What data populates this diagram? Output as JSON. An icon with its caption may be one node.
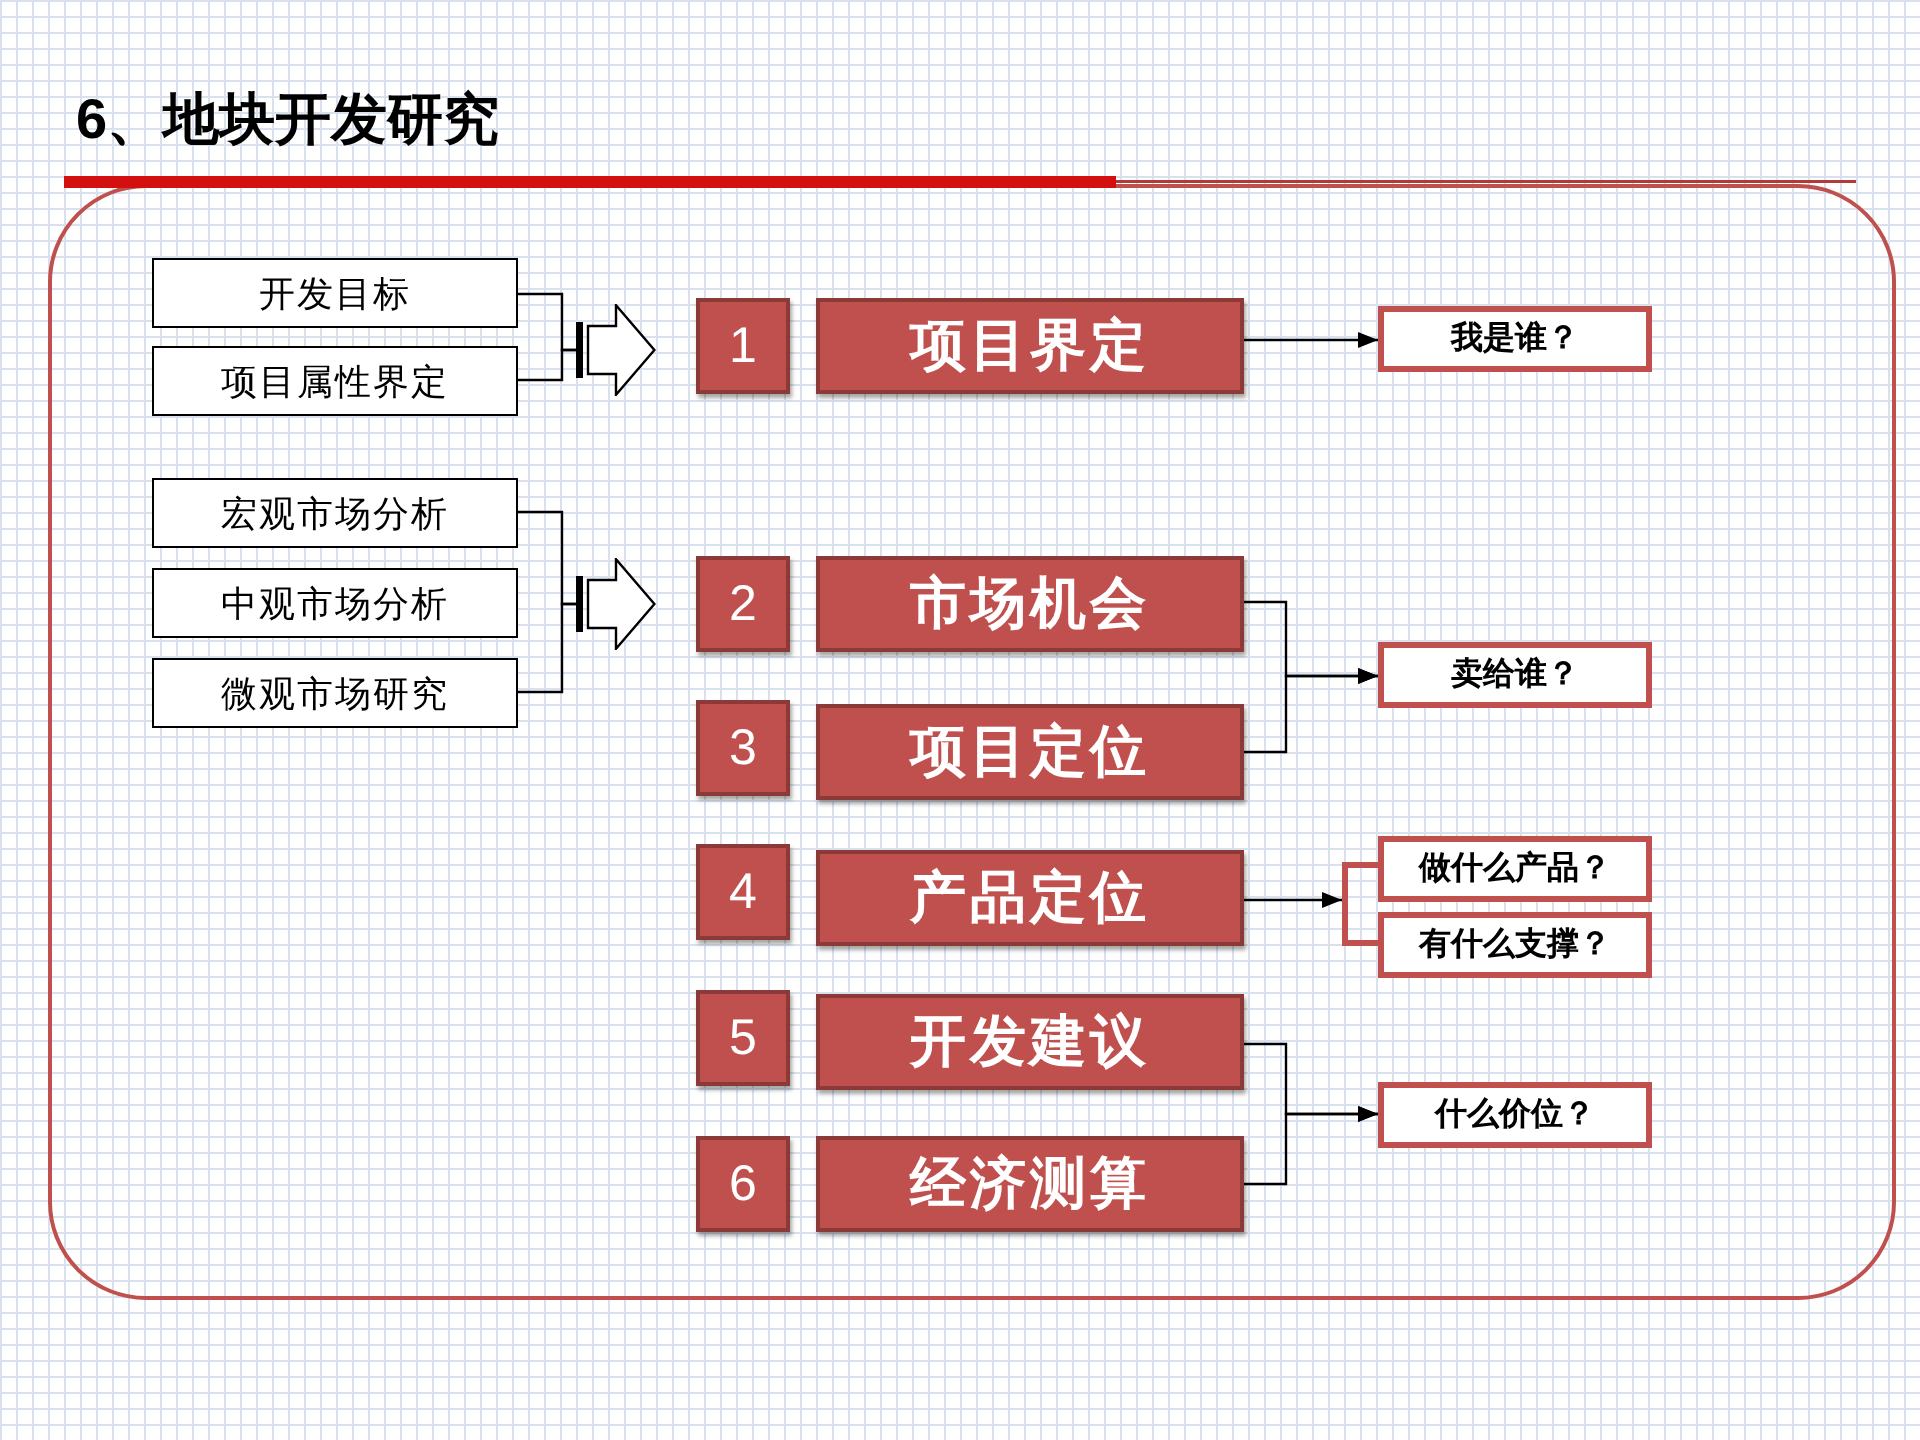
{
  "diagram": {
    "title": "6、地块开发研究",
    "nodes": [
      {
        "text": [
          "开发目标"
        ]
      },
      {
        "text": [
          "项目属性界定"
        ]
      },
      {
        "text": [],
        "shape": "arrow"
      },
      {
        "text": [
          "宏观市场分析"
        ]
      },
      {
        "text": [
          "中观市场分析"
        ]
      },
      {
        "text": [
          "微观市场研究"
        ]
      },
      {
        "text": [],
        "shape": "arrow"
      },
      {
        "text": [
          "1"
        ]
      },
      {
        "text": [
          "项目界定"
        ]
      },
      {
        "text": [
          "我是谁？"
        ]
      },
      {
        "text": [
          "2"
        ]
      },
      {
        "text": [
          "市场机会"
        ]
      },
      {
        "text": [
          "3"
        ]
      },
      {
        "text": [
          "项目定位"
        ]
      },
      {
        "text": [
          "卖给谁？"
        ]
      },
      {
        "text": [
          "4"
        ]
      },
      {
        "text": [
          "产品定位"
        ]
      },
      {
        "text": [],
        "shape": "bracket"
      },
      {
        "text": [
          "做什么产品？"
        ]
      },
      {
        "text": [
          "有什么支撑？"
        ]
      },
      {
        "text": [
          "5"
        ]
      },
      {
        "text": [
          "开发建议"
        ]
      },
      {
        "text": [
          "6"
        ]
      },
      {
        "text": [
          "经济测算"
        ]
      },
      {
        "text": [
          "什么价位？"
        ]
      }
    ],
    "edges": [
      {
        "from": 0,
        "to": 2,
        "arrow": "none"
      },
      {
        "from": 1,
        "to": 2,
        "arrow": "none"
      },
      {
        "from": 3,
        "to": 6,
        "arrow": "none"
      },
      {
        "from": 5,
        "to": 6,
        "arrow": "none"
      },
      {
        "from": 8,
        "to": 9,
        "arrow": "to"
      },
      {
        "from": 11,
        "to": 14,
        "arrow": "to"
      },
      {
        "from": 13,
        "to": 14,
        "arrow": "to"
      },
      {
        "from": 16,
        "to": 17,
        "arrow": "to"
      },
      {
        "from": 21,
        "to": 24,
        "arrow": "to"
      },
      {
        "from": 23,
        "to": 24,
        "arrow": "to"
      }
    ]
  }
}
